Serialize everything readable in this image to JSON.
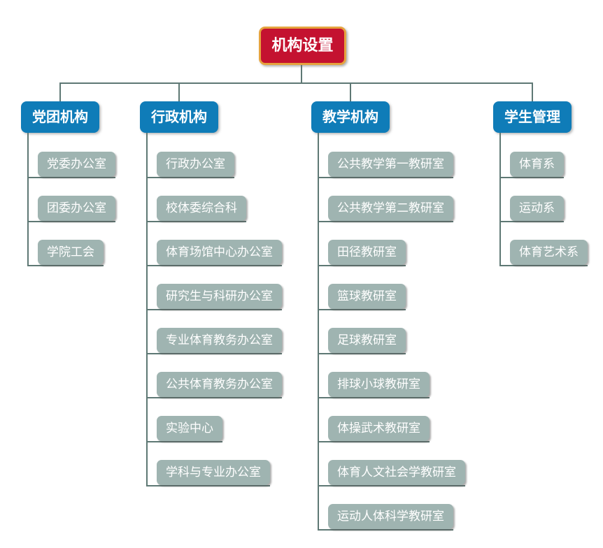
{
  "org": {
    "title": "机构设置",
    "colors": {
      "line": "#5E7874",
      "leaf_fill": "#9FB4B1",
      "branch_fill": "#0F7CB8",
      "root_fill": "#C41230",
      "root_border": "#E6A33E",
      "node_text": "#ffffff",
      "background": "#ffffff"
    },
    "root_label": "机构设置",
    "branches": [
      {
        "label": "党团机构",
        "children": [
          "党委办公室",
          "团委办公室",
          "学院工会"
        ]
      },
      {
        "label": "行政机构",
        "children": [
          "行政办公室",
          "校体委综合科",
          "体育场馆中心办公室",
          "研究生与科研办公室",
          "专业体育教务办公室",
          "公共体育教务办公室",
          "实验中心",
          "学科与专业办公室"
        ]
      },
      {
        "label": "教学机构",
        "children": [
          "公共教学第一教研室",
          "公共教学第二教研室",
          "田径教研室",
          "篮球教研室",
          "足球教研室",
          "排球小球教研室",
          "体操武术教研室",
          "体育人文社会学教研室",
          "运动人体科学教研室"
        ]
      },
      {
        "label": "学生管理",
        "children": [
          "体育系",
          "运动系",
          "体育艺术系"
        ]
      }
    ]
  }
}
